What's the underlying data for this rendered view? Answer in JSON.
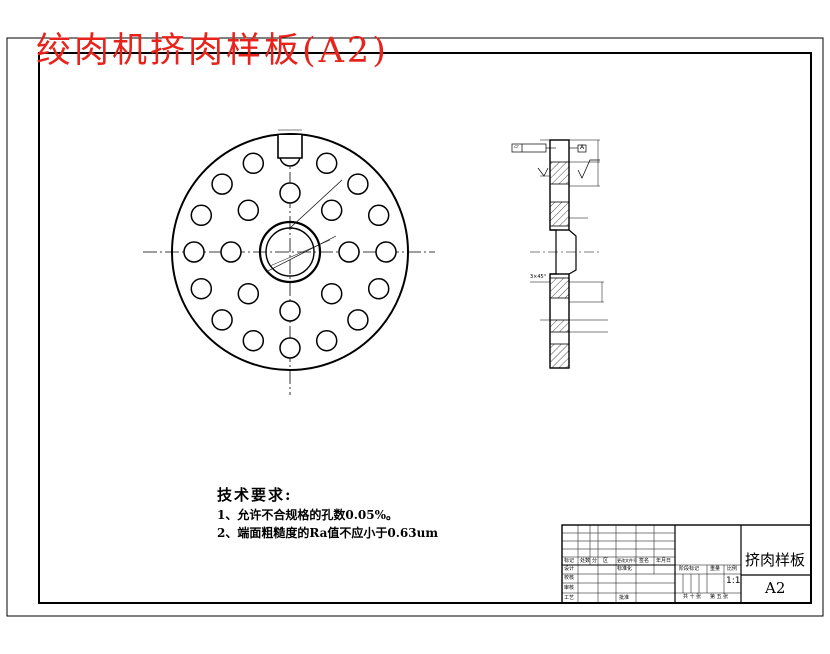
{
  "drawing": {
    "title_overlay": "绞肉机挤肉样板(A2)",
    "colors": {
      "title": "#e8231c",
      "line": "#000000",
      "background": "#ffffff"
    }
  },
  "requirements": {
    "title": "技术要求:",
    "items": [
      "1、允许不合规格的孔数0.05%。",
      "2、端面粗糙度的Ra值不应小于0.63um"
    ]
  },
  "title_block": {
    "part_name": "挤肉样板",
    "drawing_no": "A2",
    "scale": "1:1",
    "header_cells": [
      "标记",
      "处数",
      "分",
      "区",
      "更改文件号",
      "签名",
      "年月日"
    ],
    "row_labels": [
      "设计",
      "校核",
      "审核",
      "工艺"
    ],
    "standardize_label": "标准化",
    "approve_label": "批准",
    "stage_label": "阶段标记",
    "weight_label": "重量",
    "scale_label": "比例",
    "sheet_total": "共 十 张",
    "sheet_no": "第 五 张"
  },
  "dimensions": {
    "flatness_symbol": "▱",
    "datum_letter": "A",
    "chamfer": "3×45°"
  }
}
